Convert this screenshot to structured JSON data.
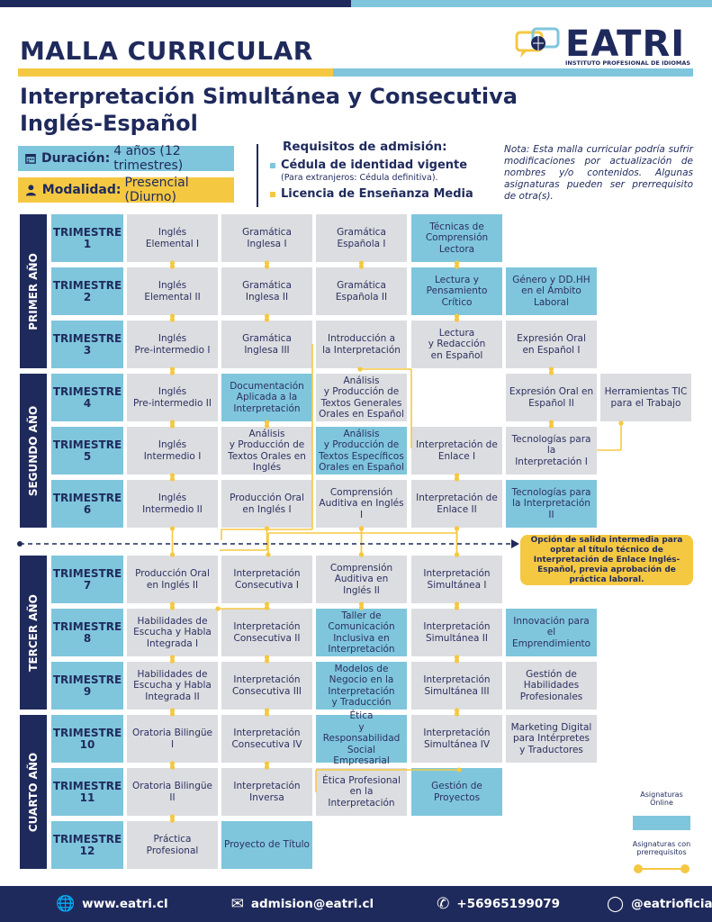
{
  "header": {
    "title": "MALLA CURRICULAR",
    "logo_word": "EATRI",
    "logo_sub": "INSTITUTO PROFESIONAL DE IDIOMAS"
  },
  "program": {
    "line1": "Interpretación Simultánea y Consecutiva",
    "line2": "Inglés-Español"
  },
  "duration": {
    "label": "Duración:",
    "value": "4 años (12 trimestres)"
  },
  "modality": {
    "label": "Modalidad:",
    "value": "Presencial (Diurno)"
  },
  "requirements": {
    "title": "Requisitos de admisión:",
    "item1": "Cédula de identidad vigente",
    "item1_note": "(Para extranjeros: Cédula definitiva).",
    "item2": "Licencia de Enseñanza Media"
  },
  "note": "Nota: Esta malla curricular podría sufrir modificaciones por actualización de nombres y/o contenidos. Algunas asignaturas pueden ser prerrequisito de otra(s).",
  "years": [
    "PRIMER AÑO",
    "SEGUNDO AÑO",
    "TERCER AÑO",
    "CUARTO AÑO"
  ],
  "trimesters": [
    {
      "word": "TRIMESTRE",
      "num": "1"
    },
    {
      "word": "TRIMESTRE",
      "num": "2"
    },
    {
      "word": "TRIMESTRE",
      "num": "3"
    },
    {
      "word": "TRIMESTRE",
      "num": "4"
    },
    {
      "word": "TRIMESTRE",
      "num": "5"
    },
    {
      "word": "TRIMESTRE",
      "num": "6"
    },
    {
      "word": "TRIMESTRE",
      "num": "7"
    },
    {
      "word": "TRIMESTRE",
      "num": "8"
    },
    {
      "word": "TRIMESTRE",
      "num": "9"
    },
    {
      "word": "TRIMESTRE",
      "num": "10"
    },
    {
      "word": "TRIMESTRE",
      "num": "11"
    },
    {
      "word": "TRIMESTRE",
      "num": "12"
    }
  ],
  "courses": [
    {
      "t": 1,
      "c": 1,
      "name": "Inglés\nElemental I",
      "online": false
    },
    {
      "t": 1,
      "c": 2,
      "name": "Gramática\nInglesa I",
      "online": false
    },
    {
      "t": 1,
      "c": 3,
      "name": "Gramática\nEspañola I",
      "online": false
    },
    {
      "t": 1,
      "c": 4,
      "name": "Técnicas de\nComprensión\nLectora",
      "online": true
    },
    {
      "t": 2,
      "c": 1,
      "name": "Inglés\nElemental II",
      "online": false
    },
    {
      "t": 2,
      "c": 2,
      "name": "Gramática\nInglesa II",
      "online": false
    },
    {
      "t": 2,
      "c": 3,
      "name": "Gramática\nEspañola II",
      "online": false
    },
    {
      "t": 2,
      "c": 4,
      "name": "Lectura y\nPensamiento\nCrítico",
      "online": true
    },
    {
      "t": 2,
      "c": 5,
      "name": "Género y DD.HH\nen el Ámbito\nLaboral",
      "online": true
    },
    {
      "t": 3,
      "c": 1,
      "name": "Inglés\nPre-intermedio I",
      "online": false
    },
    {
      "t": 3,
      "c": 2,
      "name": "Gramática\nInglesa III",
      "online": false
    },
    {
      "t": 3,
      "c": 3,
      "name": "Introducción a\nla Interpretación",
      "online": false
    },
    {
      "t": 3,
      "c": 4,
      "name": "Lectura\ny Redacción\nen Español",
      "online": false
    },
    {
      "t": 3,
      "c": 5,
      "name": "Expresión Oral\nen Español I",
      "online": false
    },
    {
      "t": 4,
      "c": 1,
      "name": "Inglés\nPre-intermedio II",
      "online": false
    },
    {
      "t": 4,
      "c": 2,
      "name": "Documentación\nAplicada a la\nInterpretación",
      "online": true
    },
    {
      "t": 4,
      "c": 3,
      "name": "Análisis\ny Producción de\nTextos Generales\nOrales en Español",
      "online": false
    },
    {
      "t": 4,
      "c": 5,
      "name": "Expresión Oral en\nEspañol II",
      "online": false
    },
    {
      "t": 4,
      "c": 6,
      "name": "Herramientas TIC\npara el Trabajo",
      "online": false
    },
    {
      "t": 5,
      "c": 1,
      "name": "Inglés\nIntermedio I",
      "online": false
    },
    {
      "t": 5,
      "c": 2,
      "name": "Análisis\ny Producción de\nTextos Orales en\nInglés",
      "online": false
    },
    {
      "t": 5,
      "c": 3,
      "name": "Análisis\ny Producción de\nTextos Específicos\nOrales en Español",
      "online": true
    },
    {
      "t": 5,
      "c": 4,
      "name": "Interpretación de\nEnlace I",
      "online": false
    },
    {
      "t": 5,
      "c": 5,
      "name": "Tecnologías para la\nInterpretación I",
      "online": false
    },
    {
      "t": 6,
      "c": 1,
      "name": "Inglés\nIntermedio II",
      "online": false
    },
    {
      "t": 6,
      "c": 2,
      "name": "Producción Oral\nen Inglés I",
      "online": false
    },
    {
      "t": 6,
      "c": 3,
      "name": "Comprensión\nAuditiva en Inglés I",
      "online": false
    },
    {
      "t": 6,
      "c": 4,
      "name": "Interpretación de\nEnlace II",
      "online": false
    },
    {
      "t": 6,
      "c": 5,
      "name": "Tecnologías para\nla Interpretación II",
      "online": true
    },
    {
      "t": 7,
      "c": 1,
      "name": "Producción Oral\nen Inglés II",
      "online": false
    },
    {
      "t": 7,
      "c": 2,
      "name": "Interpretación\nConsecutiva I",
      "online": false
    },
    {
      "t": 7,
      "c": 3,
      "name": "Comprensión\nAuditiva en\nInglés II",
      "online": false
    },
    {
      "t": 7,
      "c": 4,
      "name": "Interpretación\nSimultánea I",
      "online": false
    },
    {
      "t": 8,
      "c": 1,
      "name": "Habilidades de\nEscucha y Habla\nIntegrada I",
      "online": false
    },
    {
      "t": 8,
      "c": 2,
      "name": "Interpretación\nConsecutiva II",
      "online": false
    },
    {
      "t": 8,
      "c": 3,
      "name": "Taller de\nComunicación\nInclusiva en\nInterpretación",
      "online": true
    },
    {
      "t": 8,
      "c": 4,
      "name": "Interpretación\nSimultánea II",
      "online": false
    },
    {
      "t": 8,
      "c": 5,
      "name": "Innovación para el\nEmprendimiento",
      "online": true
    },
    {
      "t": 9,
      "c": 1,
      "name": "Habilidades de\nEscucha y Habla\nIntegrada II",
      "online": false
    },
    {
      "t": 9,
      "c": 2,
      "name": "Interpretación\nConsecutiva III",
      "online": false
    },
    {
      "t": 9,
      "c": 3,
      "name": "Modelos de\nNegocio en la\nInterpretación\ny Traducción",
      "online": true
    },
    {
      "t": 9,
      "c": 4,
      "name": "Interpretación\nSimultánea III",
      "online": false
    },
    {
      "t": 9,
      "c": 5,
      "name": "Gestión de\nHabilidades\nProfesionales",
      "online": false
    },
    {
      "t": 10,
      "c": 1,
      "name": "Oratoria Bilingüe I",
      "online": false
    },
    {
      "t": 10,
      "c": 2,
      "name": "Interpretación\nConsecutiva IV",
      "online": false
    },
    {
      "t": 10,
      "c": 3,
      "name": "Ética\ny Responsabilidad\nSocial Empresarial",
      "online": true
    },
    {
      "t": 10,
      "c": 4,
      "name": "Interpretación\nSimultánea IV",
      "online": false
    },
    {
      "t": 10,
      "c": 5,
      "name": "Marketing Digital\npara Intérpretes\ny Traductores",
      "online": false
    },
    {
      "t": 11,
      "c": 1,
      "name": "Oratoria Bilingüe II",
      "online": false
    },
    {
      "t": 11,
      "c": 2,
      "name": "Interpretación\nInversa",
      "online": false
    },
    {
      "t": 11,
      "c": 3,
      "name": "Ética Profesional\nen la\nInterpretación",
      "online": false
    },
    {
      "t": 11,
      "c": 4,
      "name": "Gestión de\nProyectos",
      "online": true
    },
    {
      "t": 12,
      "c": 1,
      "name": "Práctica\nProfesional",
      "online": false
    },
    {
      "t": 12,
      "c": 2,
      "name": "Proyecto de Título",
      "online": true
    }
  ],
  "callout": "Opción de salida intermedia para optar al título técnico de Interpretación de Enlace Inglés-Español, previa aprobación de práctica laboral.",
  "legend": {
    "online": "Asignaturas\nOnline",
    "prereq": "Asignaturas con\nprerrequisitos"
  },
  "footer": {
    "web": "www.eatri.cl",
    "email": "admision@eatri.cl",
    "phone": "+56965199079",
    "social": "@eatrioficial"
  },
  "colors": {
    "navy": "#1f2a5c",
    "blue": "#7fc6dc",
    "yellow": "#f5c842",
    "grey": "#dcdde0"
  }
}
